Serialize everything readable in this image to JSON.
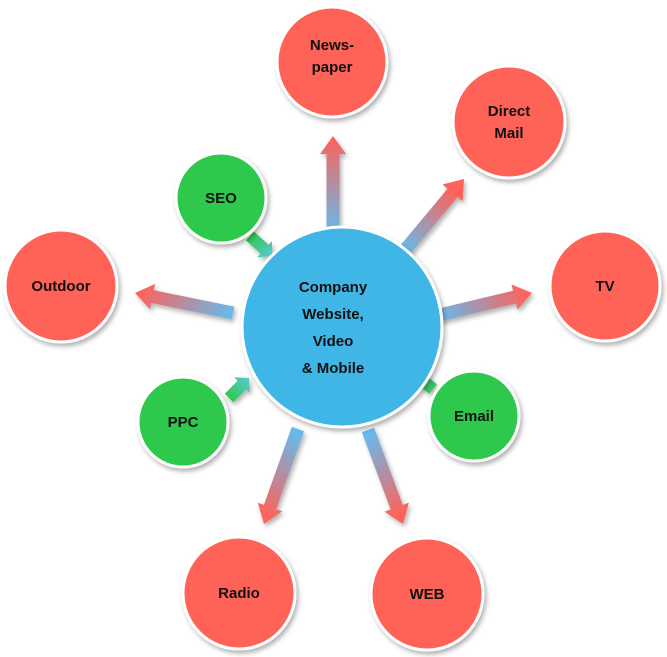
{
  "diagram": {
    "center": {
      "lines": [
        "Company",
        "Website,",
        "Video",
        "& Mobile"
      ]
    },
    "outlets": {
      "newspaper": {
        "lines": [
          "News-",
          "paper"
        ]
      },
      "direct_mail": {
        "lines": [
          "Direct",
          "Mail"
        ]
      },
      "tv": {
        "lines": [
          "TV"
        ]
      },
      "web": {
        "lines": [
          "WEB"
        ]
      },
      "radio": {
        "lines": [
          "Radio"
        ]
      },
      "outdoor": {
        "lines": [
          "Outdoor"
        ]
      }
    },
    "sources": {
      "seo": {
        "lines": [
          "SEO"
        ]
      },
      "ppc": {
        "lines": [
          "PPC"
        ]
      },
      "email": {
        "lines": [
          "Email"
        ]
      }
    }
  },
  "colors": {
    "center_fill": "#41b6e6",
    "center_stroke": "#ffffff",
    "outlet_fill": "#ff6257",
    "source_fill": "#2dc84d",
    "node_stroke": "#ffffff",
    "arrow_blue": "#6ab8e8",
    "arrow_red": "#ff6259",
    "source_arrow_green": "#2dc84d",
    "source_arrow_teal": "#55c8c0",
    "label_color": "#111111"
  }
}
